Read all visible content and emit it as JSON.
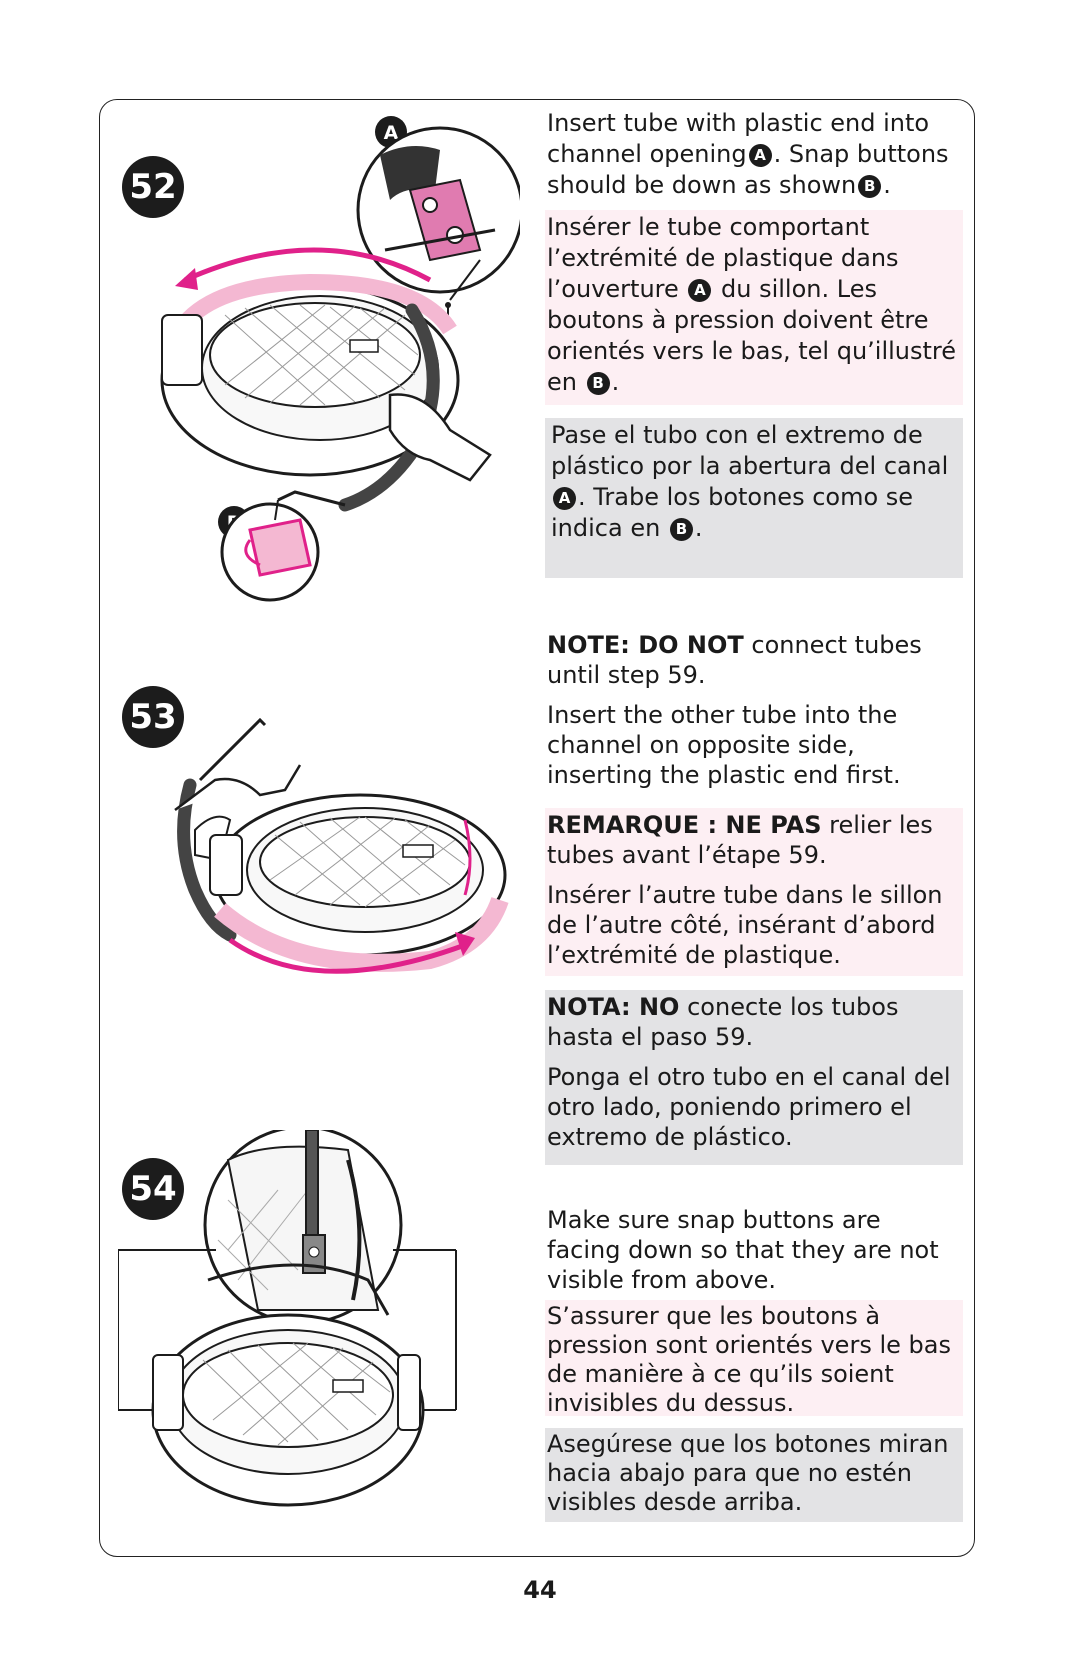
{
  "page_number": "44",
  "steps": [
    {
      "number": "52",
      "badges": {
        "a": "A",
        "b": "B"
      },
      "en": {
        "part1": "Insert tube with plastic end into channel opening",
        "part2": ". Snap buttons should be down as shown",
        "part3": "."
      },
      "fr": {
        "part1": "Insérer le tube comportant l’extrémité de plastique dans l’ouverture ",
        "part2": " du sillon. Les boutons à pression doivent être orientés vers le bas, tel qu’illustré en ",
        "part3": "."
      },
      "es": {
        "part1": "Pase el tubo con el extremo de plástico por la abertura del canal ",
        "part2": ". Trabe los botones como se indica en ",
        "part3": "."
      }
    },
    {
      "number": "53",
      "en": {
        "note_bold": "NOTE: DO NOT",
        "note_rest": " connect tubes until step 59.",
        "body": "Insert the other tube into the channel on opposite side, inserting the plastic end first."
      },
      "fr": {
        "note_bold": "REMARQUE : NE PAS",
        "note_rest": " relier les tubes avant l’étape 59.",
        "body": "Insérer l’autre tube dans le sillon de l’autre côté, insérant d’abord l’extrémité de plastique."
      },
      "es": {
        "note_bold": "NOTA: NO",
        "note_rest": " conecte los tubos hasta el paso 59.",
        "body": "Ponga el otro tubo en el canal del otro lado, poniendo primero el extremo de plástico."
      }
    },
    {
      "number": "54",
      "en": {
        "body": "Make sure snap buttons are facing down so that they are not visible from above."
      },
      "fr": {
        "body": "S’assurer que les boutons à pression sont orientés vers le bas de manière à ce qu’ils soient invisibles du dessus."
      },
      "es": {
        "body": "Asegúrese que los botones miran hacia abajo para que no estén visibles desde arriba."
      }
    }
  ],
  "colors": {
    "accent_pink": "#e0218a",
    "light_pink": "#f4b8d2",
    "french_bg": "#fdeff3",
    "spanish_bg": "#e3e3e5"
  }
}
